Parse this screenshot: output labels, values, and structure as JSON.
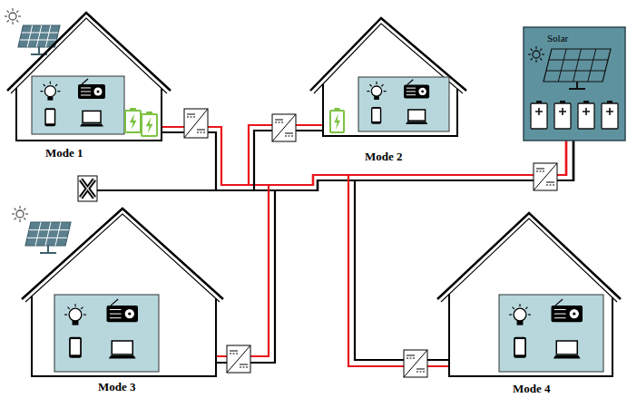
{
  "diagram": {
    "nodes": [
      {
        "text": [
          "Mode 1"
        ]
      },
      {
        "text": [
          "Mode 2"
        ]
      },
      {
        "text": [
          "Solar"
        ]
      },
      {
        "text": [
          "Mode 3"
        ]
      },
      {
        "text": [
          "Mode 4"
        ]
      }
    ],
    "edges": [
      {
        "from": 0,
        "to": 2,
        "arrow": "none"
      },
      {
        "from": 1,
        "to": 2,
        "arrow": "none"
      },
      {
        "from": 3,
        "to": 2,
        "arrow": "none"
      },
      {
        "from": 4,
        "to": 2,
        "arrow": "none"
      }
    ]
  }
}
